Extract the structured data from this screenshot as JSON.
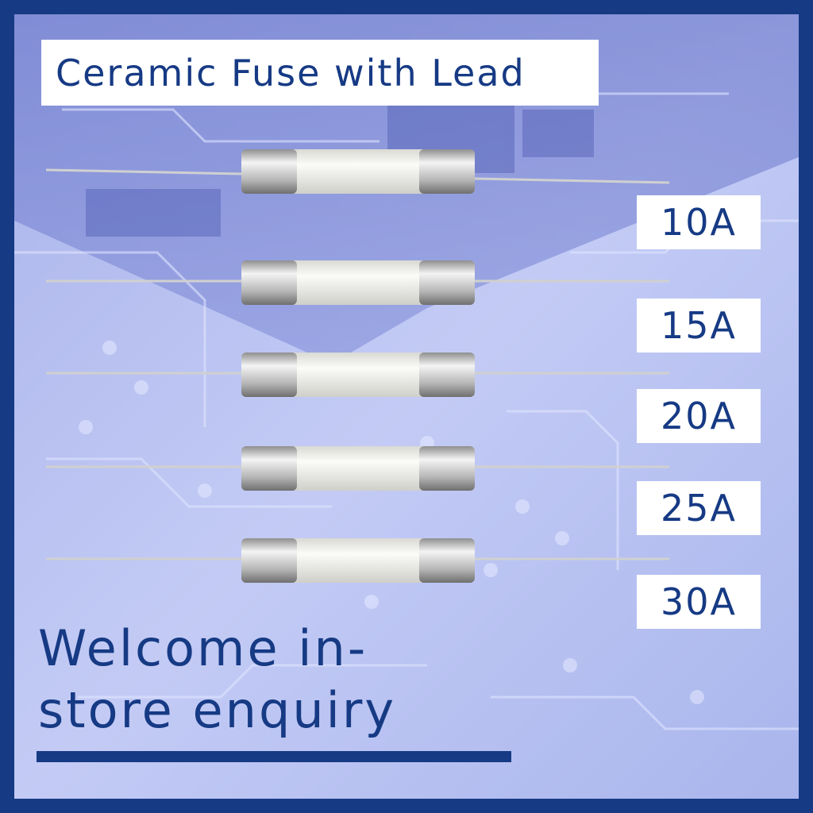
{
  "title": "Ceramic Fuse with Lead",
  "ratings": [
    "10A",
    "15A",
    "20A",
    "25A",
    "30A"
  ],
  "welcome_line1": "Welcome in-",
  "welcome_line2": "store enquiry",
  "colors": {
    "brand": "#163a84",
    "background": "#b9c4f3",
    "label_bg": "#ffffff",
    "fuse_body": "#eeeeea",
    "metal_cap": "#c8c8c8"
  }
}
